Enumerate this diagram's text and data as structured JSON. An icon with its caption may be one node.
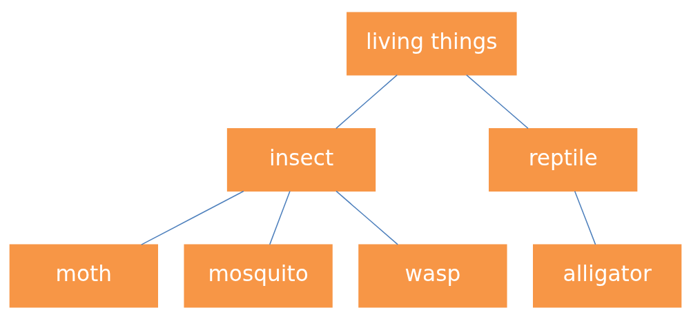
{
  "diagram": {
    "nodes": [
      {
        "text": [
          "living things"
        ]
      },
      {
        "text": [
          "insect"
        ]
      },
      {
        "text": [
          "reptile"
        ]
      },
      {
        "text": [
          "moth"
        ]
      },
      {
        "text": [
          "mosquito"
        ]
      },
      {
        "text": [
          "wasp"
        ]
      },
      {
        "text": [
          "alligator"
        ]
      }
    ],
    "edges": [
      {
        "from": 0,
        "to": 1,
        "arrow": "none"
      },
      {
        "from": 0,
        "to": 2,
        "arrow": "none"
      },
      {
        "from": 1,
        "to": 3,
        "arrow": "none"
      },
      {
        "from": 1,
        "to": 4,
        "arrow": "none"
      },
      {
        "from": 1,
        "to": 5,
        "arrow": "none"
      },
      {
        "from": 2,
        "to": 6,
        "arrow": "none"
      }
    ]
  }
}
